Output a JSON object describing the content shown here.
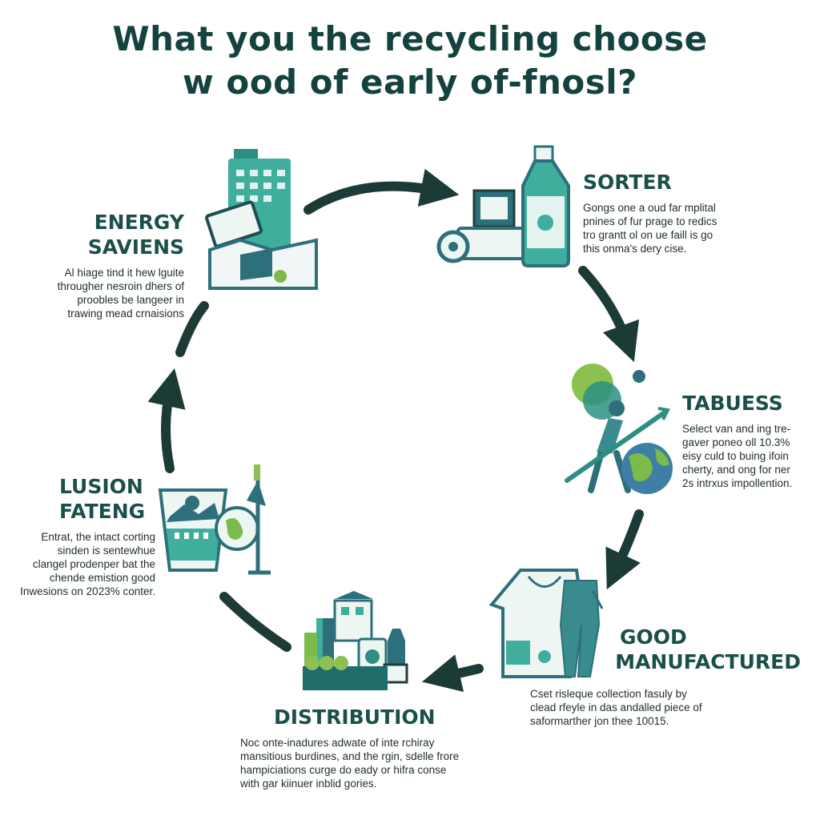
{
  "title": {
    "line1": "What you the recycling choose",
    "line2": "w ood of early of-fnosl?"
  },
  "colors": {
    "arrow": "#1d3b36",
    "teal": "#3aa596",
    "dark_teal": "#2d6f7a",
    "green": "#7cba4a",
    "title": "#14423f"
  },
  "stages": {
    "energy": {
      "title": [
        "ENERGY",
        "SAVIENS"
      ],
      "body": [
        "Al hiage tind it hew lguite",
        "througher nesroin dhers of",
        "proobles be langeer in",
        "trawing mead crnaisions"
      ],
      "icon": "factory-buildings-icon"
    },
    "sorter": {
      "title": [
        "SORTER"
      ],
      "body": [
        "Gongs one a oud far mplital",
        "pnines of fur prage to redics",
        "tro grantt ol on ue faill is go",
        "this onma's dery cise."
      ],
      "icon": "bottle-machine-icon"
    },
    "tabuess": {
      "title": [
        "TABUESS"
      ],
      "body": [
        "Select van and ing tre-",
        "gaver poneo oll 10.3%",
        "eisy culd to buing ifoin",
        "cherty, and ong for ner",
        "2s intrxus impollention."
      ],
      "icon": "person-globe-icon"
    },
    "good": {
      "title": [
        "GOOD",
        "MANUFACTURED"
      ],
      "body": [
        "Cset risleque collection fasuly by",
        "clead rfeyle in das andalled piece of",
        "saformarther jon thee 10015."
      ],
      "icon": "clothing-icon"
    },
    "distribution": {
      "title": [
        "DISTRIBUTION"
      ],
      "body": [
        "Noc onte-inadures adwate of inte rchiray",
        "mansitious burdines, and the rgin, sdelle frore",
        "hampiciations curge do eady or hifra conse",
        "with gar kiinuer inblid gories."
      ],
      "icon": "city-packages-icon"
    },
    "lusion": {
      "title": [
        "LUSION",
        "FATENG"
      ],
      "body": [
        "Entrat, the intact corting",
        "sinden is sentewhue",
        "clangel prodenper bat the",
        "chende emistion good",
        "Inwesions on 2023% conter."
      ],
      "icon": "glass-globe-icon"
    }
  }
}
